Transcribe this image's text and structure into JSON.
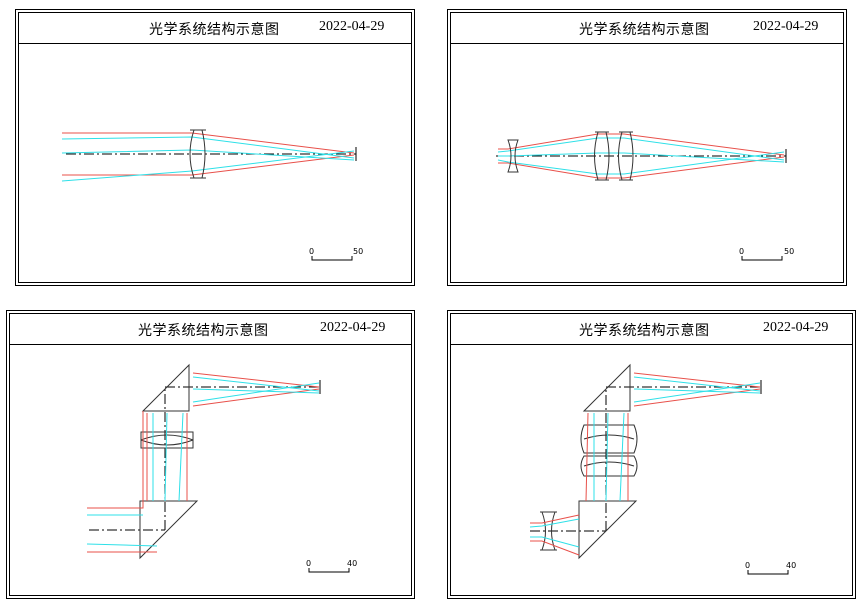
{
  "panels": [
    {
      "title": "光学系统结构示意图",
      "date": "2022-04-29",
      "scale": {
        "min": "0",
        "max": "50"
      }
    },
    {
      "title": "光学系统结构示意图",
      "date": "2022-04-29",
      "scale": {
        "min": "0",
        "max": "50"
      }
    },
    {
      "title": "光学系统结构示意图",
      "date": "2022-04-29",
      "scale": {
        "min": "0",
        "max": "40"
      }
    },
    {
      "title": "光学系统结构示意图",
      "date": "2022-04-29",
      "scale": {
        "min": "0",
        "max": "40"
      }
    }
  ],
  "colors": {
    "ray_red": "#e8504a",
    "ray_cyan": "#2ee0e8",
    "lens_outline": "#333333"
  }
}
